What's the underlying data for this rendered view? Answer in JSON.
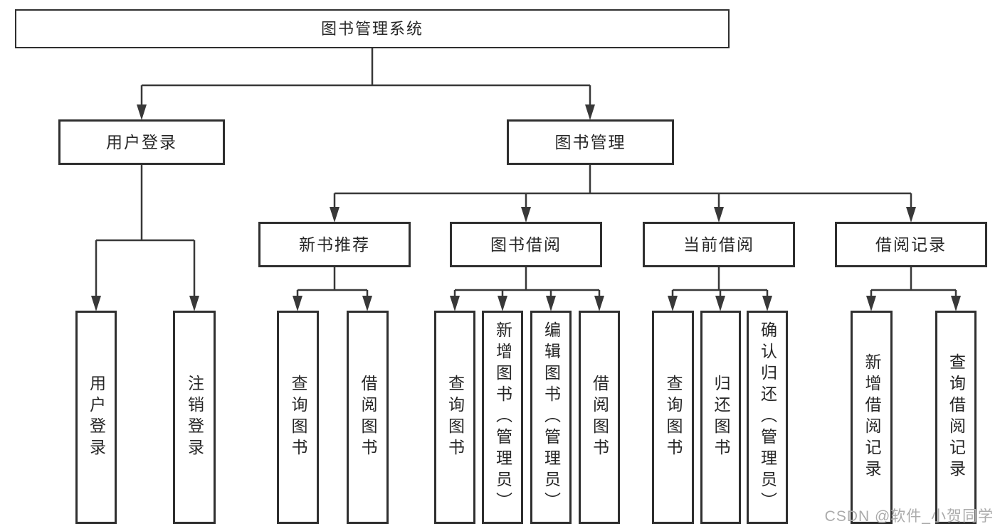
{
  "tree": {
    "root": "图书管理系统",
    "level2": [
      "用户登录",
      "图书管理"
    ],
    "level3": [
      "新书推荐",
      "图书借阅",
      "当前借阅",
      "借阅记录"
    ],
    "groups": [
      {
        "parent": "用户登录",
        "leaves": [
          "用户登录",
          "注销登录"
        ]
      },
      {
        "parent": "新书推荐",
        "leaves": [
          "查询图书",
          "借阅图书"
        ]
      },
      {
        "parent": "图书借阅",
        "leaves": [
          "查询图书",
          "新增图书（管理员）",
          "编辑图书（管理员）",
          "借阅图书"
        ]
      },
      {
        "parent": "当前借阅",
        "leaves": [
          "查询图书",
          "归还图书",
          "确认归还（管理员）"
        ]
      },
      {
        "parent": "借阅记录",
        "leaves": [
          "新增借阅记录",
          "查询借阅记录"
        ]
      }
    ]
  },
  "watermark": "CSDN @软件_小贺同学",
  "colors": {
    "line": "#383838",
    "box_border": "#2f2f2f",
    "text": "#262626",
    "watermark": "#ababab",
    "background": "#ffffff"
  }
}
